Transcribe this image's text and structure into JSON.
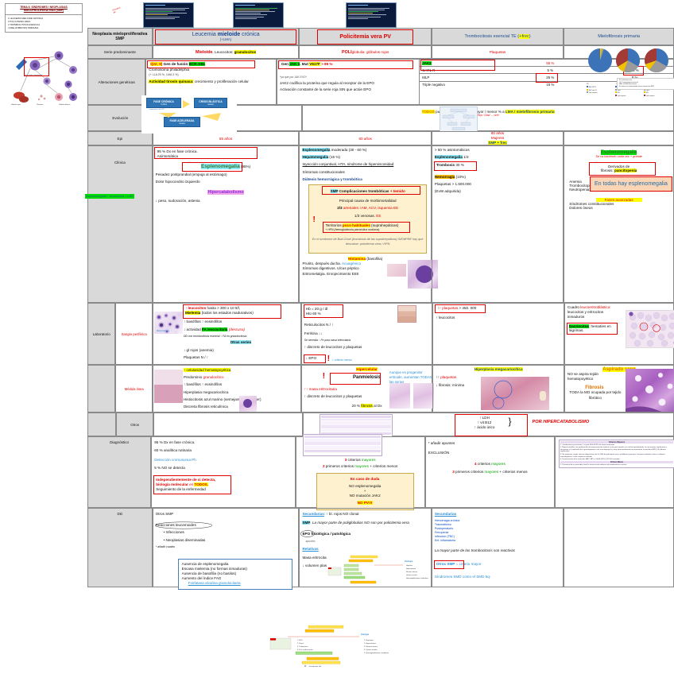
{
  "topnote": {
    "title": "TEMA 6. SÍNDROMES / NEOPLASIAS MIELOPROLIFERATIVAS (SMP)",
    "items": [
      "1  LEUCEMIA MIELOIDE CRÓNICA",
      "2  POLICITEMIA VERA",
      "3  TROMBOCITOSIS ESENCIAL",
      "4  MIELOFIBROSIS PRIMARIA"
    ],
    "celldiagram_caption": "Célula madre pluripotencial",
    "cell_labels": [
      "Célula madre mieloide",
      "Célula madre linfoide",
      "Megacariocito",
      "Linfocitos",
      "Glóbulos rojos",
      "Plaquetas",
      "Glóbulos blancos"
    ],
    "stemcell_note": "Proviene\\nde"
  },
  "headers": {
    "row_label": "Neoplasia mieloproliferativa SMP",
    "row_label_line1": "Neoplasia mieloproliferativa",
    "row_label_line2": "SMP",
    "lmc": {
      "title_a": "Leucemia ",
      "title_b": "mieloide",
      "title_c": " crónica",
      "sub": "(+LMA)"
    },
    "pv": "Policitemia vera PV",
    "te": {
      "a": "Trombocitosis esencial  TE (",
      "b": "+frec",
      "c": ")"
    },
    "mf": "Mielofibrosis primaria"
  },
  "rows": {
    "serie": {
      "label": "Serie predominante",
      "lmc_a": "Mieloide",
      "lmc_b": ". Leucocitos: ",
      "lmc_c": "granulocitos",
      "pv_a": "POLI",
      "pv_b": "globulia: glóbulos rojos",
      "te_mf": "Plaquetas"
    },
    "genetica": {
      "label": "Alteraciones genéticas",
      "lmc": {
        "t1": "t(22; 9)",
        "t2": " Gen de fusión ",
        "t3": "BCR-ABL",
        "t4": "Cromosoma philadelphia",
        "t5": "(+ LLA 20 %, LMA 3 %)",
        "t6": "Actividad tirosín quinasa:",
        "t7": " crecimiento y proliferación celular"
      },
      "pv": {
        "t1": "Gen ",
        "t2": "JAK 2",
        "t3": ". Mut ",
        "t4": "V617F",
        "t5": " > 95 %",
        "t6": "*ya que por JAK EXO*",
        "t7": "JAK2 codifica la proteína que regula al receptor de la EPO",
        "t8": "Activación constante de la serie roja SIN que actúe EPO"
      },
      "table": {
        "genes": [
          "JAK2",
          "CARL R",
          "MLP",
          "Triple negativo"
        ],
        "te": [
          "55 %",
          "5 %",
          "25 %",
          "15 %"
        ],
        "mf": [
          "55 %",
          "30 %",
          "8 %",
          "7 %"
        ]
      }
    },
    "evolucion": {
      "label": "Evolución",
      "lmc": "Fase crónica → fase blástica",
      "diagram": [
        "FASE CRÓNICA",
        "3 años",
        "CRISIS BLÁSTICA",
        "meses",
        "FASE ACELERADA",
        "meses"
      ],
      "all_a": "TODOS",
      "all_b": " pueden evolucionar en mayor / menor % a ",
      "all_c": "LMA / mielofibrosis primaria",
      "all_d": "Dep / Clasf → cirrh"
    },
    "epi": {
      "label": "Epi",
      "lmc": "55 años",
      "pv": "60 años",
      "te_1": "60 años",
      "te_2": "Mujeres",
      "te_3": "SMP + frec"
    },
    "clinica": {
      "label": "Clínica",
      "sidenote": "Esplenomegalia + leucocitosis = LMC",
      "lmc": {
        "box1_l1": "95 % Dx en fase crónica.",
        "box1_l2": "Asintomática",
        "espleno": "Esplenomegalia",
        "espleno_pct": " (95%)",
        "l1": "Pesadez postprandial (empuja al estómago)",
        "l2": "Dolor hipocondrio izquierdo",
        "hiper": "Hipercatabolismo",
        "l3": "↓ peso, sudoración, astenia"
      },
      "pv": {
        "l1a": "Esplenomegalia",
        "l1b": " moderada (30 - 60 %)",
        "l2a": "Hepatomegalia",
        "l2b": " (15 %)",
        "l3": "Inyección conjuntival, HTA, síndrome de hiperviscosidad",
        "l4": "Síntomas constitucionales",
        "l5": "Diátesis hemorrágica y trombótica",
        "box": {
          "t1a": "SMP",
          "t1b": " Complicaciones trombóticas ",
          "t1c": "+ temido",
          "t2": "Principal causa de morbimortalidad",
          "t3a": "2/3",
          "t3b": " arteriales: IAM, ACV, isquemia EE",
          "t4a": "1/3",
          "t4b": " venosas. ",
          "t4c": "EE",
          "t5a": "Territorios ",
          "t5b": "poco habituales",
          "t5c": " (suprahepáticas)",
          "t6": "+ HPN (hemoglobinuria paroxística nocturna)",
          "t7": "En el síndrome de Bud-Chari (trombosis de las suprahepáticas) SIEMPRE hay que descartar: policitemia vera / HPN"
        },
        "hist": {
          "t1a": "Histamina",
          "t1b": " (basofilia)",
          "t2a": "Prurito, después ducha. ",
          "t2b": "Acuagénico",
          "t3": "Síntomas digestivos. Ulcus péptico",
          "t4": "Eritromelalgia. Enrojecimiento EEII"
        }
      },
      "te": {
        "l1": "> 50 % asintomáticos",
        "l2a": "Esplenomegalia",
        "l2b": " 1/3",
        "l3a": "Trombosis",
        "l3b": " 30 %",
        "l4a": "Hemorragia",
        "l4b": " (10%)",
        "l5": "Plaquetas > 1.500.000",
        "l6": "(EvW adquirida)"
      },
      "mf": {
        "t1": "Esplenomegalia",
        "t2": "Se va haciendo cada vez + grande",
        "t3a": "Derivados de",
        "t3b": "fibrosis: ",
        "t3c": "pancitopenia",
        "t4": "Anemia",
        "t5": "Trombocitopenia",
        "t6": "Neutropenia: infecciones",
        "t7": "Fases avanzadas",
        "t8": "Síndromes constitucionales",
        "t9": "Dolores óseos"
      },
      "callout": "En todas hay esplenomegalia"
    },
    "laboratorio": {
      "label": "Laboratorio",
      "sub1": "Sangre periférica",
      "sub2": "Médula ósea",
      "sub3": "Otros",
      "sp": {
        "lmc": {
          "b1a": "↑ leucocitos",
          "b1b": " hasta > 300 x 10 9/l,",
          "b1c": "Mielemia",
          "b1d": " (todos los estados madurativos)",
          "l2": "↑ basófilos ↑ eosinófilos",
          "l3a": "↓ actividad ",
          "l3b": "FA leucocitaria",
          "l3c": " (descuso)",
          "l4": "DD con trombocitosis esencial ↑ FA en granulocitosis",
          "l5": "Otras series",
          "l6": "↓ gl rojos (anemia)",
          "l7": "Plaquetas N / ↑",
          "img_caption": "Metamielocito"
        },
        "pv": {
          "b1": "Hb = 20 g / dl",
          "b2": "Hto 60 %",
          "l3": "Reticulocitos N / ↑",
          "l4": "Ferritina ↓↓",
          "l5": "Se necesita ↑ Fe para masa eritrocitaria",
          "l6": "↑ discreto de leucocitos y plaquetas",
          "l7": "↓ EPO",
          "l8": "= criterio menor"
        },
        "te": {
          "l1a": "↑↑ ",
          "l1b": "plaquetas",
          "l1c": " > 450. 000",
          "l2": "↑ leucocitos"
        },
        "mf": {
          "l1a": "Cuadro ",
          "l1b": "leucoeritroblástico",
          "l1c": ": leucocitos y eritrocitos inmaduros",
          "l2a": "Dacriocitos",
          "l2b": ": hematíes en lágrimas."
        }
      },
      "mo": {
        "lmc": {
          "l1": "↑ celularidad hematopoyética",
          "l2a": "Predominio ",
          "l2b": "granulocítico",
          "l3": "↑ basófilos ↑ eosinófilos",
          "l4": "Hiperplasia megacariocítica",
          "l5": "Histiocitosis azul marino (semejante a Gaucher)",
          "l6": "Discreta fibrosis reticulínica"
        },
        "pv": {
          "t1": "Hipercelular",
          "t2": "Panmielosis",
          "t3": "Aunque es progenitor eritroide, aumentan TODAS las series",
          "l4": "↑↑ masa eritrocitaria",
          "l5": "↑ discreto de leucocitos y plaquetas",
          "l6a": "20 % ",
          "l6b": "fibrosis",
          "l6c": " al Dx"
        },
        "te": {
          "t1": "Hiperplasia megacariocítica",
          "l2a": "↑↑ ",
          "l2b": "plaquetas",
          "l3": "↓ fibrosis: mínima"
        },
        "mf": {
          "t1": "Aspirado seco",
          "t2": "NO se aspira tejido hematopoyético",
          "t3": "Fibrosis",
          "t4": "TODA la MO ocupada por tejido fibrótico"
        }
      },
      "otros": {
        "box_l1": "↑ LDH",
        "box_l2": "↑ vit B12",
        "box_l3": "↑ ácido úrico",
        "note": "POR HIPERCATABOLISMO"
      }
    },
    "diagnostico": {
      "label": "Diagnóstico",
      "lmc": {
        "l1": "95 % Dx en fase crónica.",
        "l2": "60 % analítica rutinaria",
        "l3": "Detección cromosoma Ph",
        "l4": "5 % NO se detecta",
        "b1": "Independientemente de si detecta,",
        "b2a": "biología molecular",
        "b2b": " en ",
        "b2c": "TODOS.",
        "b3": "Seguimiento de la enfermedad"
      },
      "pv": {
        "c1a": "3",
        "c1b": " criterios ",
        "c1c": "mayores",
        "c2a": "2",
        "c2b": " primeros criterios ",
        "c2c": "mayores",
        "c2d": " + criterios menos",
        "box_t1": "En caso de duda",
        "box_t2": "NO esplenomegalia",
        "box_t3": "+",
        "box_t4": "NO mutación JAK2",
        "box_t5": "NO PV!!!"
      },
      "te": {
        "l1": "* añadir apuntes",
        "l2": "EXCLUSIÓN",
        "c1a": "4",
        "c1b": " criterios ",
        "c1c": "mayores",
        "c2a": "3",
        "c2b": " primeros criterios ",
        "c2c": "mayores",
        "c2d": " + criterios menos"
      },
      "criteria": {
        "title_major": "Criterios Mayores",
        "title_minor": "Criterio Menor",
        "items": [
          "1. Trombocitosis persistente > o igual 450x10^9/L de forma mantenida",
          "2. Biopsia medular con proliferación de megacariocitos maduros y de gran tamaño con núcleo hiperlobulado, sin incremento significativo o desviación a la izquierda de la granulopoyesis o de la eritropoyesis y muy infrecuentemente incremento de la reticulina (MF1). No fibrosis significativa",
          "3. No evidencia, según criterios diagnósticos de la OMS de policitemia vera, mielofibrosis primaria, leucemia mieloide crónica, síndrome mielodisplásico u otra neoplasia mieloide",
          "4. Demostración de la mutación JAK2, MPL o CALR (50%)  10% NO mutadas",
          "1. Presencia de un marcador clonal o ausencia de evidencia de trombocitosis reactiva"
        ]
      }
    },
    "dd": {
      "label": "DD",
      "lmc": {
        "l1": "Otros SMP",
        "l2": "Reacciones leucemoides",
        "l3": "• Infecciones",
        "l4": "• Neoplasias diseminadas",
        "l5": "* añadir cuadro",
        "box": [
          "Ausencia de esplenomegalia",
          "Escasa mielemia (no formas inmaduras)",
          "Ausencia de basofilia (no basilos)",
          "Aumento del índice FAG",
          "Fosfatasa alcalina granulocitaria"
        ]
      },
      "pv": {
        "l1a": "Secundarias",
        "l1b": ": ↑ bl. rojos NO clonal",
        "l2a": "SMP",
        "l2b": ". La mayor parte de poliglobulias NO son por policitemia vera",
        "l3a": "EPO",
        "l3b": " fisiológica / patológica",
        "l3c": "apuntes",
        "l4": "Relativas",
        "l5": "Masa eritrocitaria normal",
        "l6": "↓ volumen plasmático"
      },
      "te": {
        "t1": "Secundarias",
        "list": [
          "Hemorragia crónica",
          "Traumatismo",
          "Postoperatorio",
          "Ferropenia",
          "Infección (TBC)",
          "Enf. inflamatoria"
        ],
        "l2": "La mayor parte de las trombocitosis son reactivas",
        "l3a": "Otros SMP",
        "l3b": " = criterio mayor",
        "l4": "Síndromes SMD como el SMD 5q-"
      }
    }
  },
  "pies": {
    "labels": [
      "PV",
      "TE",
      "MMM"
    ],
    "series": [
      {
        "name": "PV",
        "slices": [
          {
            "label": "JAK2 V617F",
            "value": 95,
            "color": "#3b72b8"
          },
          {
            "label": "JAK2 exón 12",
            "value": 3,
            "color": "#f2c200"
          },
          {
            "label": "Triple negativo",
            "value": 2,
            "color": "#9b9b9b"
          }
        ]
      },
      {
        "name": "TE",
        "slices": [
          {
            "label": "JAK2 V617F",
            "value": 55,
            "color": "#3b72b8"
          },
          {
            "label": "CALR",
            "value": 25,
            "color": "#9b9b9b"
          },
          {
            "label": "MPL",
            "value": 5,
            "color": "#f2c200"
          },
          {
            "label": "Triple negativo",
            "value": 15,
            "color": "#a33a35"
          }
        ]
      },
      {
        "name": "MMM",
        "slices": [
          {
            "label": "JAK2 V617F",
            "value": 55,
            "color": "#3b72b8"
          },
          {
            "label": "CALR",
            "value": 30,
            "color": "#9b9b9b"
          },
          {
            "label": "MPL",
            "value": 8,
            "color": "#f2c200"
          },
          {
            "label": "Triple negativo",
            "value": 7,
            "color": "#a33a35"
          }
        ]
      }
    ],
    "footnotes": [
      "PV: policitemia vera",
      "TE: Trombocitopenia esencial",
      "MMF: mielofibrosis primaria",
      "Se estima tres enfermedades tienen mutación de JAK2"
    ]
  },
  "slides": [
    {
      "title": "Neoplasias mieloproliferativas",
      "lines": 7
    },
    {
      "title": "SMP - OMS",
      "lines": 6
    },
    {
      "title": "Policitemia vera",
      "lines": 7
    }
  ]
}
